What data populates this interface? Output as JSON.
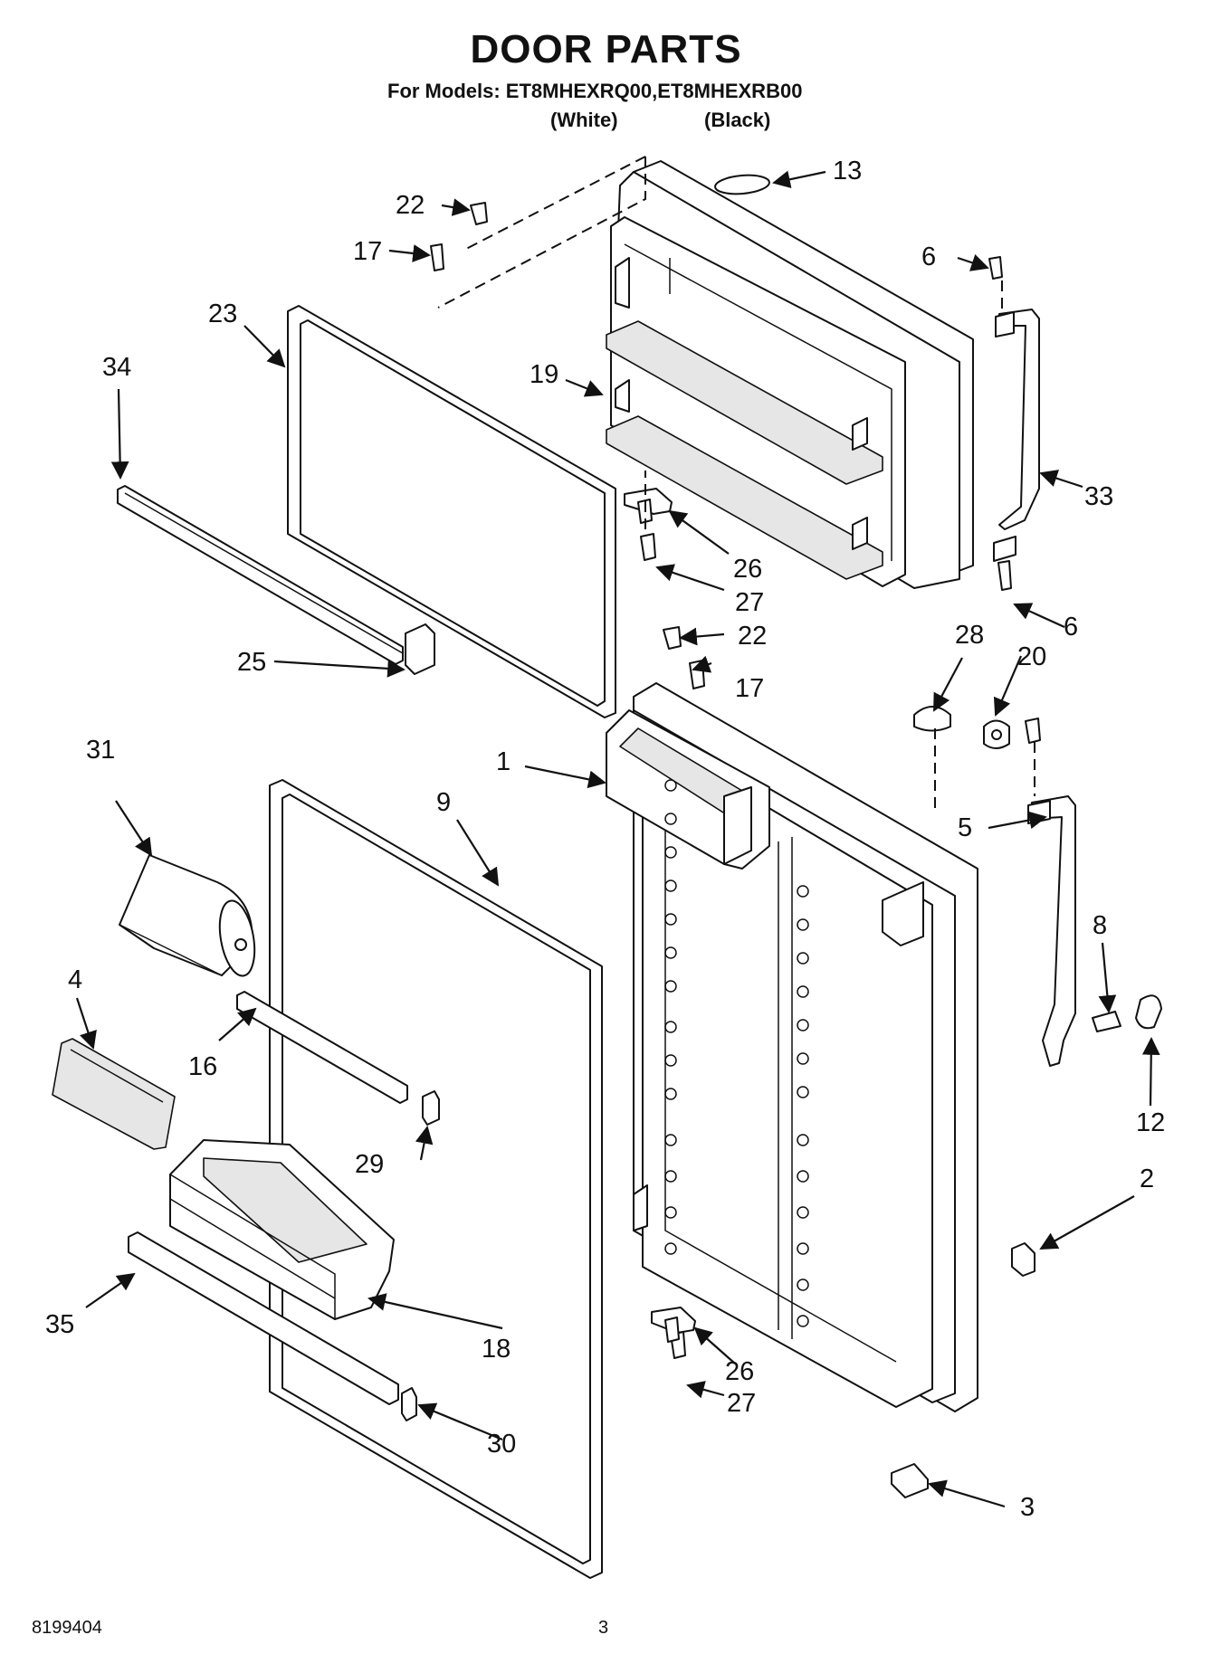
{
  "header": {
    "title": "DOOR PARTS",
    "models_line": "For Models: ET8MHEXRQ00,ET8MHEXRB00",
    "variant_white": "(White)",
    "variant_black": "(Black)"
  },
  "footer": {
    "doc_number": "8199404",
    "page_number": "3"
  },
  "callouts": {
    "c1": "1",
    "c2": "2",
    "c3": "3",
    "c4": "4",
    "c5": "5",
    "c6a": "6",
    "c6b": "6",
    "c8": "8",
    "c9": "9",
    "c12": "12",
    "c13": "13",
    "c16": "16",
    "c17a": "17",
    "c17b": "17",
    "c18": "18",
    "c19": "19",
    "c20": "20",
    "c22a": "22",
    "c22b": "22",
    "c23": "23",
    "c25": "25",
    "c26a": "26",
    "c26b": "26",
    "c27a": "27",
    "c27b": "27",
    "c28": "28",
    "c29": "29",
    "c30": "30",
    "c31": "31",
    "c33": "33",
    "c34": "34",
    "c35": "35"
  }
}
